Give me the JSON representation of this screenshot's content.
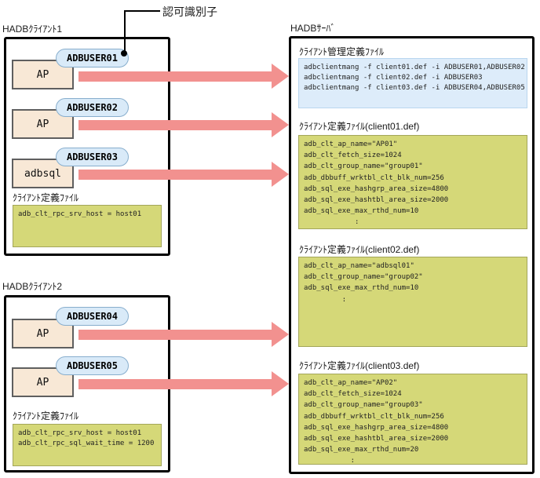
{
  "annotation": {
    "label": "認可識別子"
  },
  "client1": {
    "title": "HADBｸﾗｲｱﾝﾄ1",
    "apps": [
      {
        "name": "AP",
        "user": "ADBUSER01"
      },
      {
        "name": "AP",
        "user": "ADBUSER02"
      },
      {
        "name": "adbsql",
        "user": "ADBUSER03"
      }
    ],
    "def_file": {
      "title": "ｸﾗｲｱﾝﾄ定義ﾌｧｲﾙ",
      "lines": [
        "adb_clt_rpc_srv_host = host01"
      ]
    }
  },
  "client2": {
    "title": "HADBｸﾗｲｱﾝﾄ2",
    "apps": [
      {
        "name": "AP",
        "user": "ADBUSER04"
      },
      {
        "name": "AP",
        "user": "ADBUSER05"
      }
    ],
    "def_file": {
      "title": "ｸﾗｲｱﾝﾄ定義ﾌｧｲﾙ",
      "lines": [
        "adb_clt_rpc_srv_host = host01",
        "adb_clt_rpc_sql_wait_time = 1200"
      ]
    }
  },
  "server": {
    "title": "HADBｻｰﾊﾞ",
    "mang_file": {
      "title": "ｸﾗｲｱﾝﾄ管理定義ﾌｧｲﾙ",
      "lines": [
        "adbclientmang -f client01.def -i ADBUSER01,ADBUSER02",
        "adbclientmang -f client02.def -i ADBUSER03",
        "adbclientmang -f client03.def -i ADBUSER04,ADBUSER05"
      ]
    },
    "def_files": [
      {
        "title": "ｸﾗｲｱﾝﾄ定義ﾌｧｲﾙ(client01.def)",
        "lines": [
          "adb_clt_ap_name=\"AP01\"",
          "adb_clt_fetch_size=1024",
          "adb_clt_group_name=\"group01\"",
          "adb_dbbuff_wrktbl_clt_blk_num=256",
          "adb_sql_exe_hashgrp_area_size=4800",
          "adb_sql_exe_hashtbl_area_size=2000",
          "adb_sql_exe_max_rthd_num=10",
          "            :"
        ]
      },
      {
        "title": "ｸﾗｲｱﾝﾄ定義ﾌｧｲﾙ(client02.def)",
        "lines": [
          "adb_clt_ap_name=\"adbsql01\"",
          "adb_clt_group_name=\"group02\"",
          "adb_sql_exe_max_rthd_num=10",
          "         :"
        ]
      },
      {
        "title": "ｸﾗｲｱﾝﾄ定義ﾌｧｲﾙ(client03.def)",
        "lines": [
          "adb_clt_ap_name=\"AP02\"",
          "adb_clt_fetch_size=1024",
          "adb_clt_group_name=\"group03\"",
          "adb_dbbuff_wrktbl_clt_blk_num=256",
          "adb_sql_exe_hashgrp_area_size=4800",
          "adb_sql_exe_hashtbl_area_size=2000",
          "adb_sql_exe_max_rthd_num=20",
          "           :"
        ]
      }
    ]
  },
  "colors": {
    "arrow": "#f2918f",
    "ap_box_fill": "#f8e8d6",
    "badge_fill": "#d9eaf8",
    "code_yellow_fill": "#d5d878",
    "code_blue_fill": "#ddecfa"
  }
}
